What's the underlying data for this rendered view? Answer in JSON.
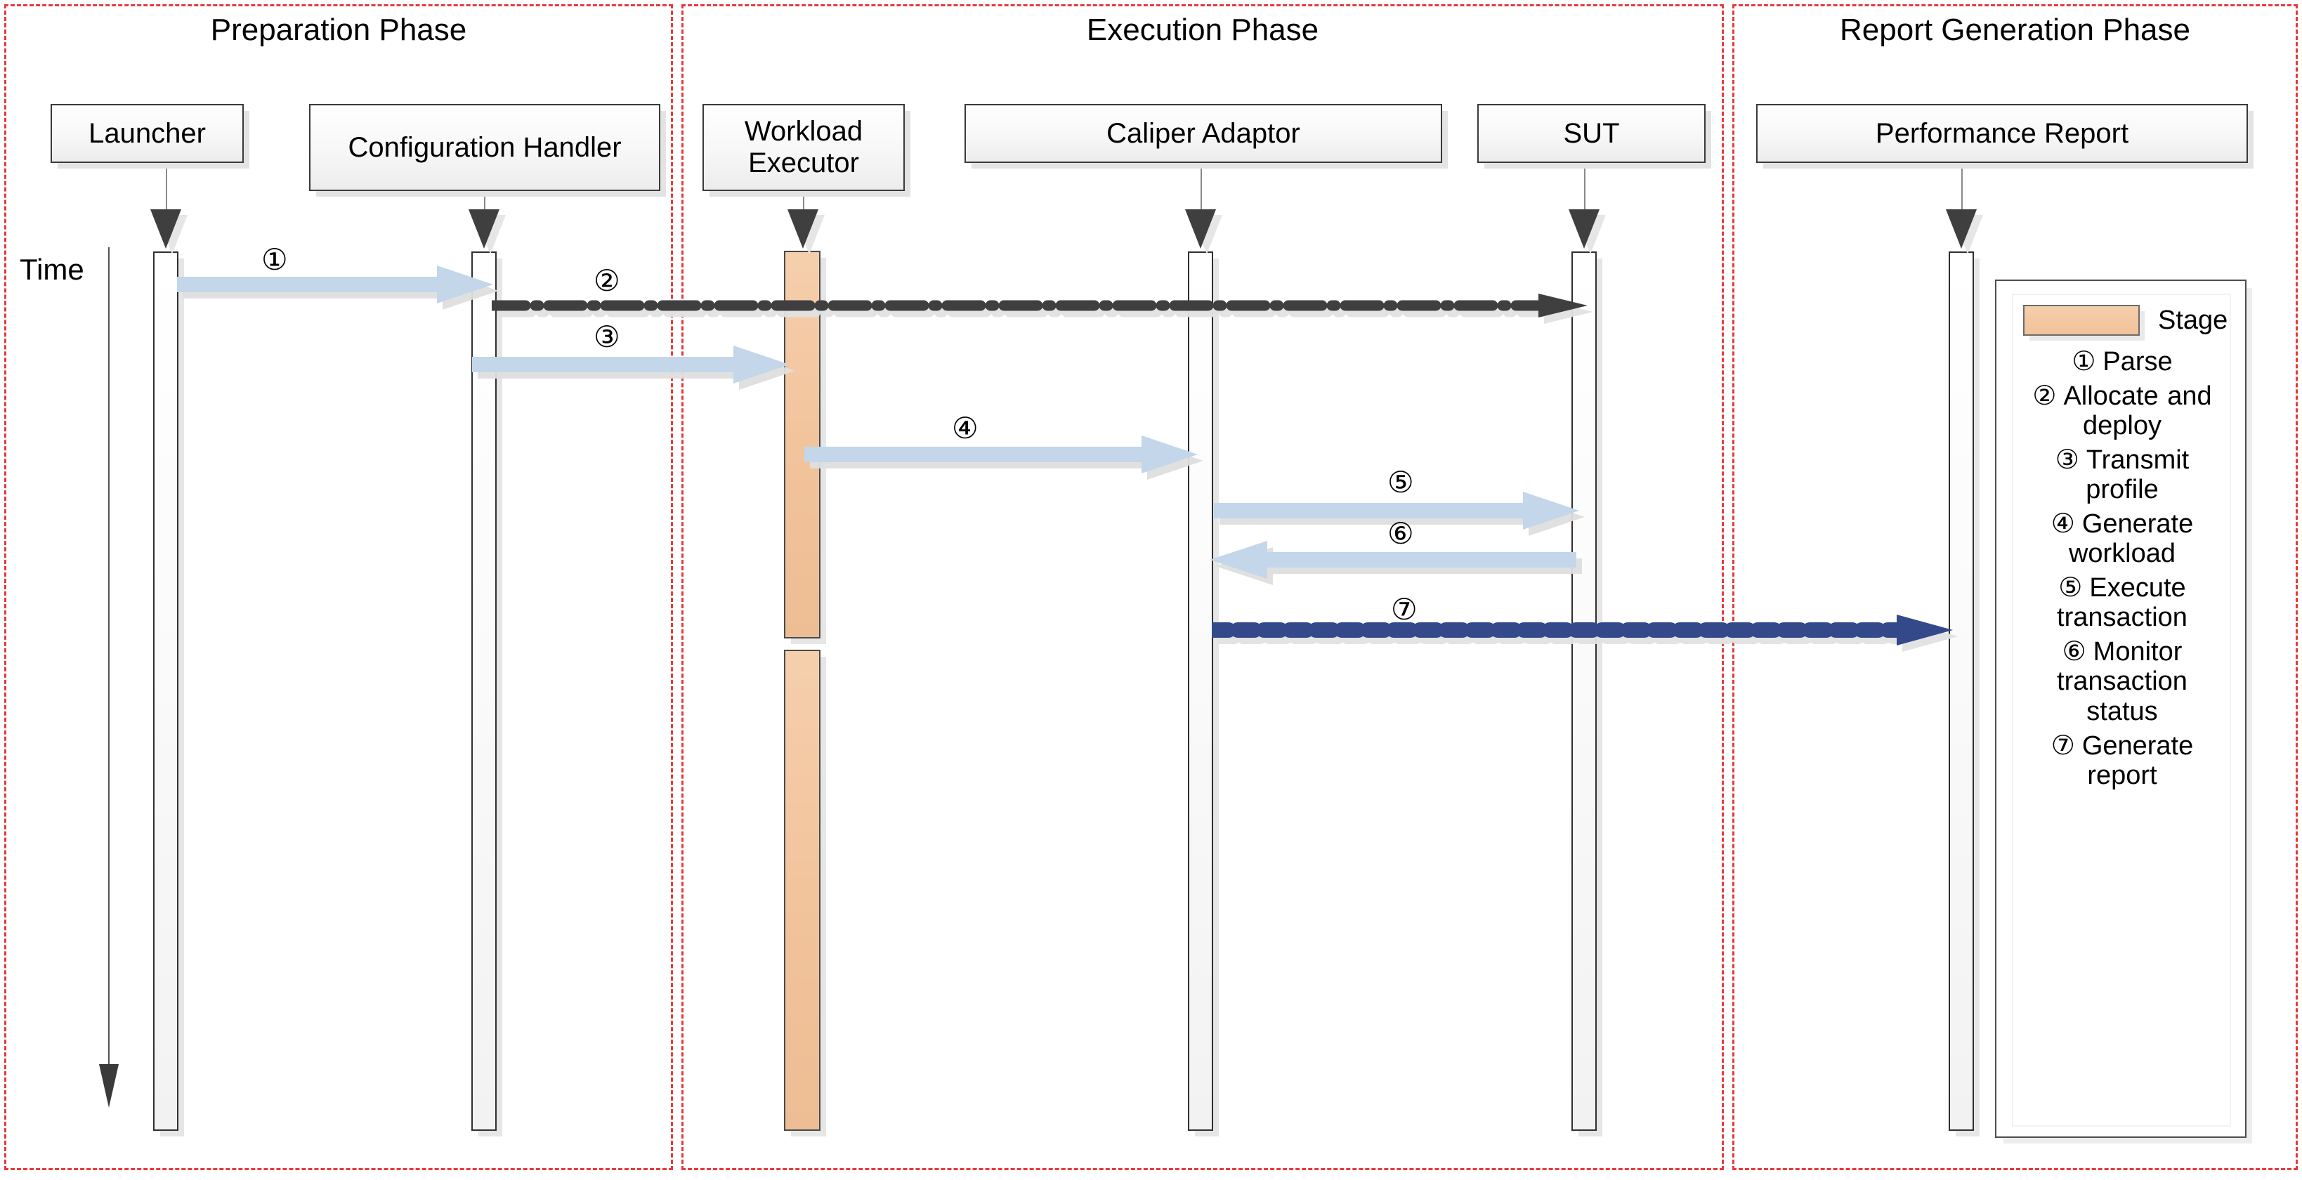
{
  "diagram": {
    "time_axis_label": "Time"
  },
  "phases": [
    {
      "id": "preparation",
      "title": "Preparation Phase"
    },
    {
      "id": "execution",
      "title": "Execution Phase"
    },
    {
      "id": "report",
      "title": "Report Generation Phase"
    }
  ],
  "participants": [
    {
      "id": "launcher",
      "label": "Launcher"
    },
    {
      "id": "configuration-handler",
      "label": "Configuration Handler"
    },
    {
      "id": "workload-executor",
      "label": "Workload Executor"
    },
    {
      "id": "caliper-adaptor",
      "label": "Caliper Adaptor"
    },
    {
      "id": "sut",
      "label": "SUT"
    },
    {
      "id": "performance-report",
      "label": "Performance Report"
    }
  ],
  "messages": [
    {
      "num": "①",
      "from": "launcher",
      "to": "configuration-handler",
      "style": "block-arrow",
      "direction": "right",
      "color": "#c3d6ea"
    },
    {
      "num": "②",
      "from": "configuration-handler",
      "to": "sut",
      "style": "dash-dot",
      "direction": "right",
      "color": "#3f3f3f"
    },
    {
      "num": "③",
      "from": "configuration-handler",
      "to": "workload-executor",
      "style": "block-arrow",
      "direction": "right",
      "color": "#c3d6ea"
    },
    {
      "num": "④",
      "from": "workload-executor",
      "to": "caliper-adaptor",
      "style": "block-arrow",
      "direction": "right",
      "color": "#c3d6ea"
    },
    {
      "num": "⑤",
      "from": "caliper-adaptor",
      "to": "sut",
      "style": "block-arrow",
      "direction": "right",
      "color": "#c3d6ea"
    },
    {
      "num": "⑥",
      "from": "sut",
      "to": "caliper-adaptor",
      "style": "block-arrow",
      "direction": "left",
      "color": "#c3d6ea"
    },
    {
      "num": "⑦",
      "from": "caliper-adaptor",
      "to": "performance-report",
      "style": "dashed",
      "direction": "right",
      "color": "#34498a"
    }
  ],
  "legend": {
    "swatch_label": "Stage",
    "swatch_color": "#f2c69f",
    "items": [
      {
        "num": "①",
        "text": "Parse"
      },
      {
        "num": "②",
        "text": "Allocate and deploy"
      },
      {
        "num": "③",
        "text": "Transmit profile"
      },
      {
        "num": "④",
        "text": "Generate workload"
      },
      {
        "num": "⑤",
        "text": "Execute transaction"
      },
      {
        "num": "⑥",
        "text": "Monitor transaction status"
      },
      {
        "num": "⑦",
        "text": "Generate report"
      }
    ]
  },
  "colors": {
    "phase_border": "#e8393c",
    "block_arrow": "#c3d6ea",
    "stage_fill": "#f2c69f",
    "report_arrow": "#34498a",
    "dashdot_arrow": "#3f3f3f"
  }
}
